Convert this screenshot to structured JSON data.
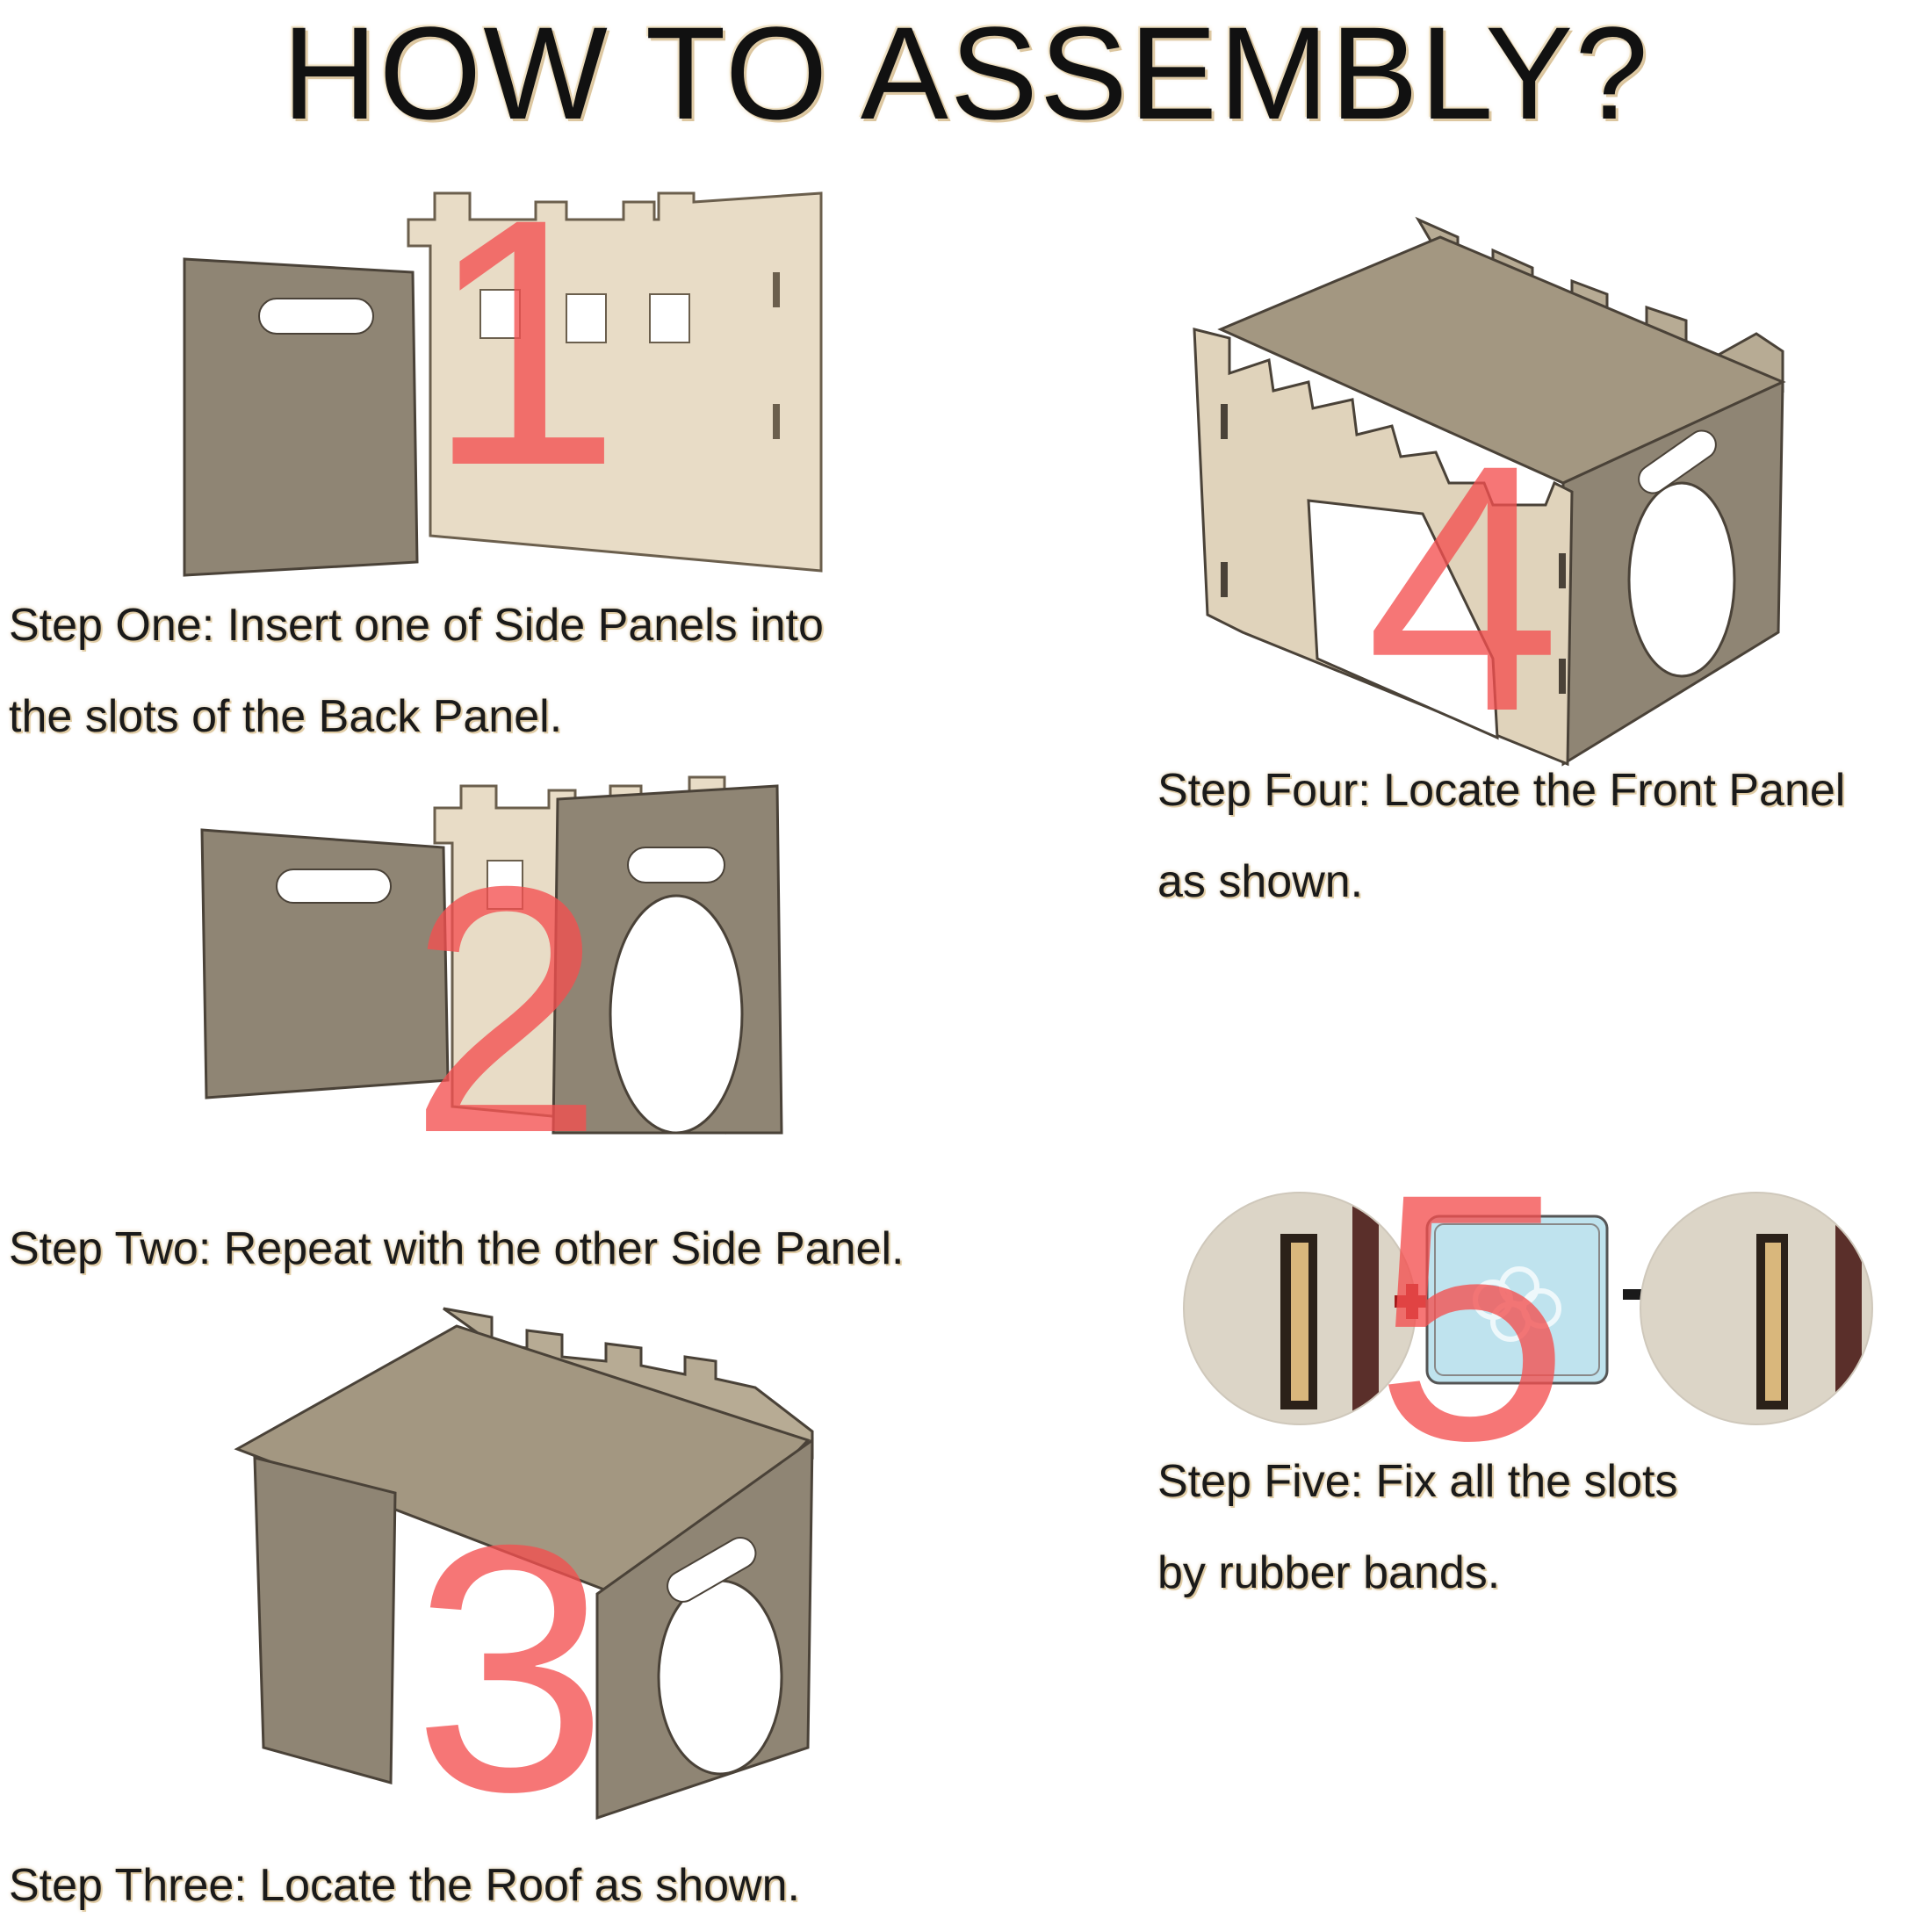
{
  "title": "HOW TO ASSEMBLY?",
  "steps": [
    {
      "number": "1",
      "line1": "Step One: Insert one of Side Panels into",
      "line2": "the slots of the Back Panel."
    },
    {
      "number": "2",
      "line1": "Step Two: Repeat with the other Side Panel.",
      "line2": ""
    },
    {
      "number": "3",
      "line1": "Step Three: Locate the Roof as shown.",
      "line2": ""
    },
    {
      "number": "4",
      "line1": "Step Four: Locate the Front Panel",
      "line2": "as shown."
    },
    {
      "number": "5",
      "line1": "Step Five: Fix all the slots",
      "line2": "by rubber bands."
    }
  ],
  "colors": {
    "panel_dark": "#8f8574",
    "panel_light": "#e8dcc6",
    "number_red": "#f45050",
    "band_bag": "#bfe3ee"
  }
}
